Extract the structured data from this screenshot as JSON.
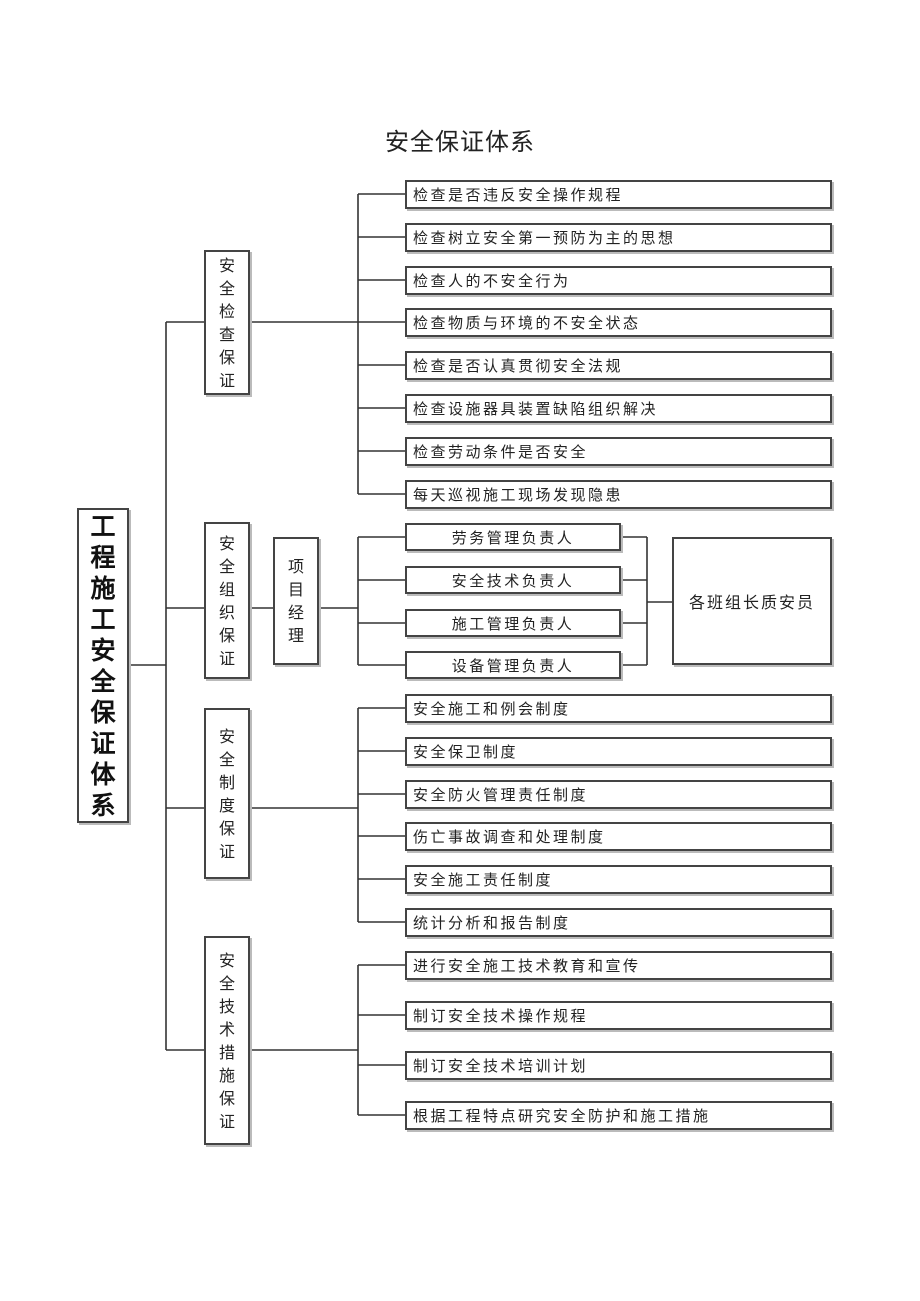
{
  "title": "安全保证体系",
  "root": "工程施工安全保证体系",
  "branches": [
    {
      "label": "安全检查保证",
      "items": [
        "检查是否违反安全操作规程",
        "检查树立安全第一预防为主的思想",
        "检查人的不安全行为",
        "检查物质与环境的不安全状态",
        "检查是否认真贯彻安全法规",
        "检查设施器具装置缺陷组织解决",
        "检查劳动条件是否安全",
        "每天巡视施工现场发现隐患"
      ]
    },
    {
      "label": "安全组织保证",
      "manager": "项目经理",
      "items": [
        "劳务管理负责人",
        "安全技术负责人",
        "施工管理负责人",
        "设备管理负责人"
      ],
      "qa": "各班组长质安员"
    },
    {
      "label": "安全制度保证",
      "items": [
        "安全施工和例会制度",
        "安全保卫制度",
        "安全防火管理责任制度",
        "伤亡事故调查和处理制度",
        "安全施工责任制度",
        "统计分析和报告制度"
      ]
    },
    {
      "label": "安全技术措施保证",
      "items": [
        "进行安全施工技术教育和宣传",
        "制订安全技术操作规程",
        "制订安全技术培训计划",
        "根据工程特点研究安全防护和施工措施"
      ]
    }
  ]
}
